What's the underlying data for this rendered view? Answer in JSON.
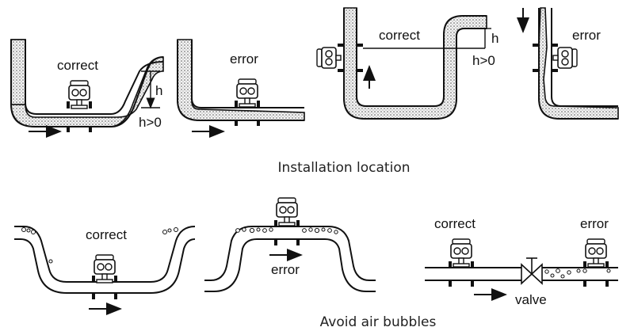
{
  "section_top": {
    "caption": "Installation location"
  },
  "section_bottom": {
    "caption": "Avoid air bubbles"
  },
  "labels": {
    "correct": "correct",
    "error": "error",
    "h": "h",
    "h_gt_0": "h>0",
    "valve": "valve"
  },
  "icons": {
    "flow_arrow": "flow-arrow-icon",
    "meter": "flow-meter-icon",
    "valve": "valve-icon"
  }
}
